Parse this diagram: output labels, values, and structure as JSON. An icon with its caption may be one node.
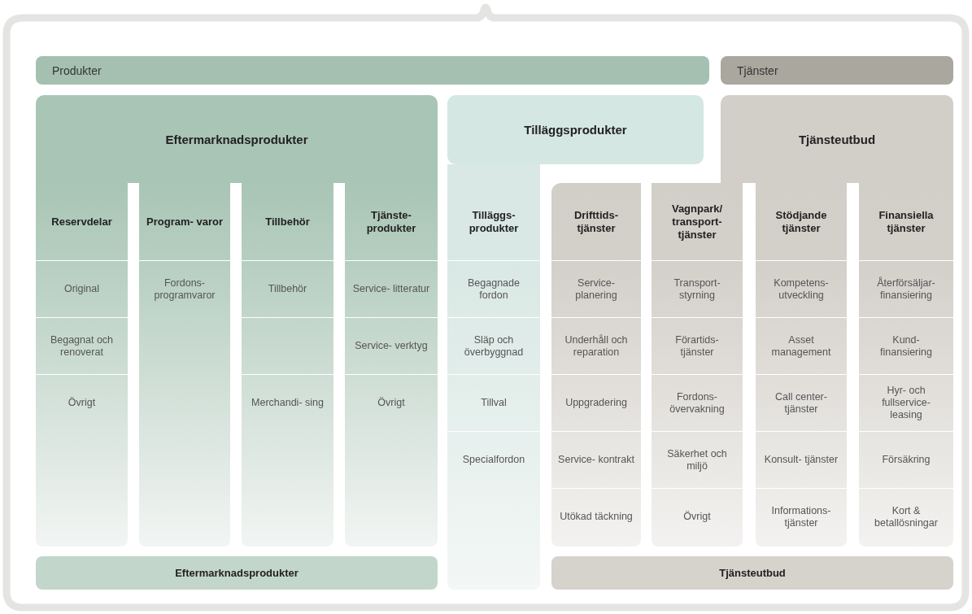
{
  "diagram": {
    "nodes": [
      {
        "text": [
          "Produkter"
        ]
      },
      {
        "text": [
          "Tjänster"
        ]
      },
      {
        "text": [
          "Eftermarknadsprodukter"
        ]
      },
      {
        "text": [
          "Reservdelar"
        ]
      },
      {
        "text": [
          "Original"
        ],
        "in": 3
      },
      {
        "text": [
          "Begagnat och renoverat"
        ],
        "in": 3
      },
      {
        "text": [
          "Övrigt"
        ],
        "in": 3
      },
      {
        "text": [
          "Program- varor"
        ]
      },
      {
        "text": [
          "Fordons- programvaror"
        ],
        "in": 7
      },
      {
        "text": [
          "Tillbehör"
        ]
      },
      {
        "text": [
          "Tillbehör"
        ],
        "in": 9
      },
      {
        "text": [],
        "shape": "box",
        "in": 9
      },
      {
        "text": [
          "Merchandi- sing"
        ],
        "in": 9
      },
      {
        "text": [
          "Tjänste- produkter"
        ]
      },
      {
        "text": [
          "Service- litteratur"
        ],
        "in": 13
      },
      {
        "text": [
          "Service- verktyg"
        ],
        "in": 13
      },
      {
        "text": [
          "Övrigt"
        ],
        "in": 13
      },
      {
        "text": [
          "Tilläggsprodukter"
        ]
      },
      {
        "text": [
          "Tilläggs- produkter"
        ]
      },
      {
        "text": [
          "Begagnade fordon"
        ],
        "in": 18
      },
      {
        "text": [
          "Släp och överbyggnad"
        ],
        "in": 18
      },
      {
        "text": [
          "Tillval"
        ],
        "in": 18
      },
      {
        "text": [
          "Specialfordon"
        ],
        "in": 18
      },
      {
        "text": [
          "Tjänsteutbud"
        ]
      },
      {
        "text": [
          "Drifttids- tjänster"
        ]
      },
      {
        "text": [
          "Service- planering"
        ],
        "in": 24
      },
      {
        "text": [
          "Underhåll och reparation"
        ],
        "in": 24
      },
      {
        "text": [
          "Uppgradering"
        ],
        "in": 24
      },
      {
        "text": [
          "Service- kontrakt"
        ],
        "in": 24
      },
      {
        "text": [
          "Utökad täckning"
        ],
        "in": 24
      },
      {
        "text": [
          "Vagnpark/ transport- tjänster"
        ]
      },
      {
        "text": [
          "Transport- styrning"
        ],
        "in": 30
      },
      {
        "text": [
          "Förartids- tjänster"
        ],
        "in": 30
      },
      {
        "text": [
          "Fordons- övervakning"
        ],
        "in": 30
      },
      {
        "text": [
          "Säkerhet och miljö"
        ],
        "in": 30
      },
      {
        "text": [
          "Övrigt"
        ],
        "in": 30
      },
      {
        "text": [
          "Stödjande tjänster"
        ]
      },
      {
        "text": [
          "Kompetens- utveckling"
        ],
        "in": 36
      },
      {
        "text": [
          "Asset management"
        ],
        "in": 36
      },
      {
        "text": [
          "Call center- tjänster"
        ],
        "in": 36
      },
      {
        "text": [
          "Konsult- tjänster"
        ],
        "in": 36
      },
      {
        "text": [
          "Informations- tjänster"
        ],
        "in": 36
      },
      {
        "text": [
          "Finansiella tjänster"
        ]
      },
      {
        "text": [
          "Återförsäljar- finansiering"
        ],
        "in": 42
      },
      {
        "text": [
          "Kund- finansiering"
        ],
        "in": 42
      },
      {
        "text": [
          "Hyr- och fullservice- leasing"
        ],
        "in": 42
      },
      {
        "text": [
          "Försäkring"
        ],
        "in": 42
      },
      {
        "text": [
          "Kort & betallösningar"
        ],
        "in": 42
      },
      {
        "text": [
          "Eftermarknadsprodukter"
        ]
      },
      {
        "text": [
          "Tjänsteutbud"
        ]
      }
    ],
    "edges": []
  }
}
